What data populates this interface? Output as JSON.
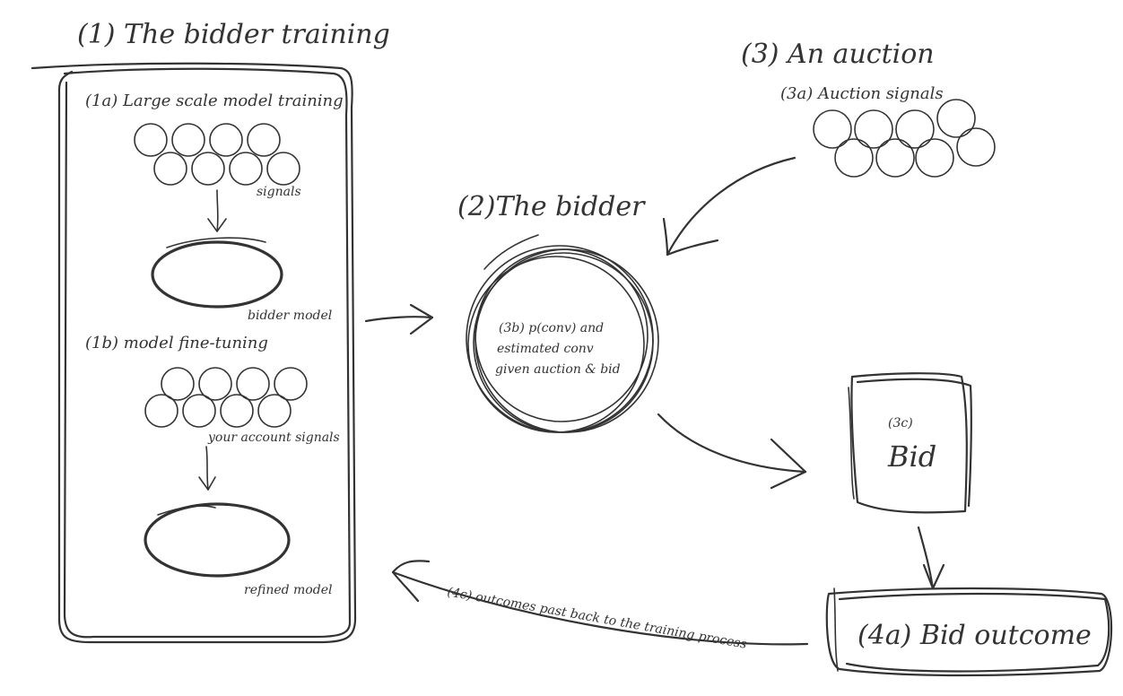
{
  "colors": {
    "ink": "#333333",
    "background": "#ffffff"
  },
  "section1": {
    "title": "(1) The bidder training",
    "step1a": "(1a) Large scale model training",
    "signals_label": "signals",
    "model_label": "bidder model",
    "step1b": "(1b) model fine-tuning",
    "account_signals_label": "your account signals",
    "refined_label": "refined model"
  },
  "section2": {
    "title": "(2)The bidder",
    "inner_line1": "(3b) p(conv) and",
    "inner_line2": "estimated conv",
    "inner_line3": "given auction & bid"
  },
  "section3": {
    "title": "(3) An auction",
    "signals_label": "(3a) Auction signals",
    "bid_step": "(3c)",
    "bid_label": "Bid"
  },
  "section4": {
    "outcome_label": "(4a) Bid outcome",
    "feedback_label": "(4c) outcomes past back to the training process"
  }
}
